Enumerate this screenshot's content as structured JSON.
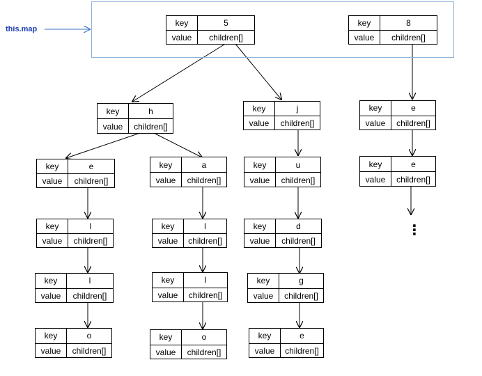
{
  "diagram": {
    "map_label": "this.map",
    "field_key": "key",
    "field_value": "value",
    "field_children": "children[]",
    "ellipsis": "⋮",
    "nodes": [
      {
        "id": "n5",
        "key": "5"
      },
      {
        "id": "n8",
        "key": "8"
      },
      {
        "id": "nh",
        "key": "h"
      },
      {
        "id": "nj",
        "key": "j"
      },
      {
        "id": "ne_r1",
        "key": "e"
      },
      {
        "id": "ne_r2",
        "key": "e"
      },
      {
        "id": "ne_l",
        "key": "e"
      },
      {
        "id": "na",
        "key": "a"
      },
      {
        "id": "nu",
        "key": "u"
      },
      {
        "id": "nl1",
        "key": "l"
      },
      {
        "id": "nl2",
        "key": "l"
      },
      {
        "id": "nd",
        "key": "d"
      },
      {
        "id": "nl3",
        "key": "l"
      },
      {
        "id": "nl4",
        "key": "l"
      },
      {
        "id": "ng",
        "key": "g"
      },
      {
        "id": "no1",
        "key": "o"
      },
      {
        "id": "no2",
        "key": "o"
      },
      {
        "id": "ne_j",
        "key": "e"
      }
    ]
  }
}
